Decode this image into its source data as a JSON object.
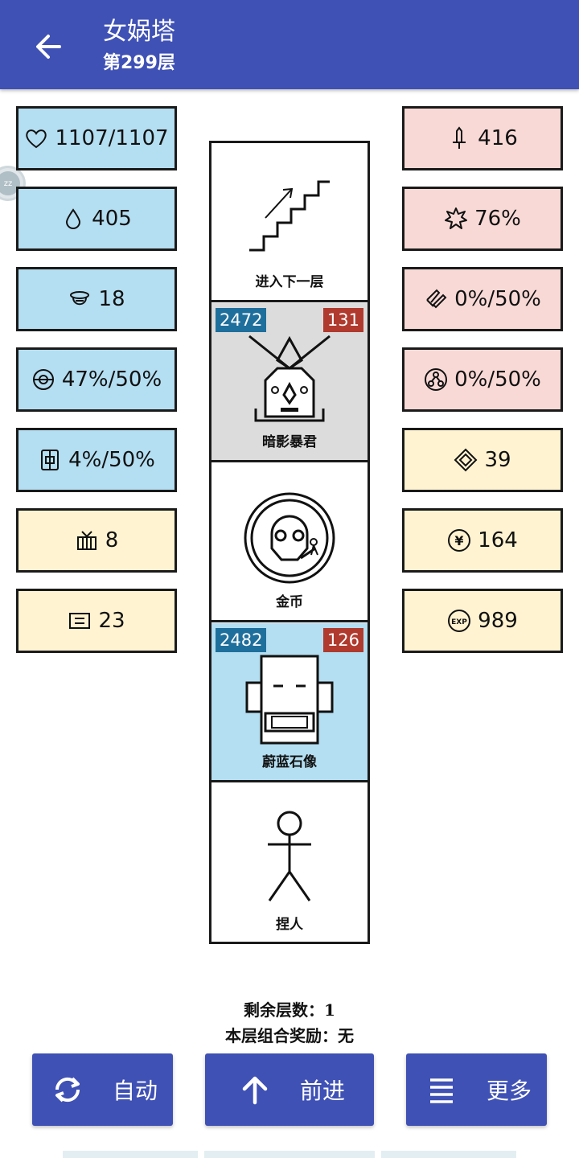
{
  "header": {
    "title": "女娲塔",
    "subtitle": "第299层"
  },
  "left_stats": [
    {
      "icon": "heart-icon",
      "value": "1107/1107",
      "color": "#b4def1"
    },
    {
      "icon": "drop-icon",
      "value": "405",
      "color": "#b4def1"
    },
    {
      "icon": "helmet-icon",
      "value": "18",
      "color": "#b4def1"
    },
    {
      "icon": "shield-ring-icon",
      "value": "47%/50%",
      "color": "#b4def1"
    },
    {
      "icon": "armor-icon",
      "value": "4%/50%",
      "color": "#b4def1"
    },
    {
      "icon": "chest-icon",
      "value": "8",
      "color": "#fff3d1"
    },
    {
      "icon": "scroll-icon",
      "value": "23",
      "color": "#fff3d1"
    }
  ],
  "right_stats": [
    {
      "icon": "sword-icon",
      "value": "416",
      "color": "#f8d9d6"
    },
    {
      "icon": "burst-icon",
      "value": "76%",
      "color": "#f8d9d6"
    },
    {
      "icon": "slash-icon",
      "value": "0%/50%",
      "color": "#f8d9d6"
    },
    {
      "icon": "triad-icon",
      "value": "0%/50%",
      "color": "#f8d9d6"
    },
    {
      "icon": "diamond-icon",
      "value": "39",
      "color": "#fff3d1"
    },
    {
      "icon": "yen-icon",
      "value": "164",
      "color": "#fff3d1"
    },
    {
      "icon": "exp-icon",
      "value": "989",
      "color": "#fff3d1"
    }
  ],
  "tower": [
    {
      "kind": "stairs",
      "label": "进入下一层"
    },
    {
      "kind": "monster",
      "label": "暗影暴君",
      "atk": "2472",
      "def": "131",
      "bg": "#dcdcdc"
    },
    {
      "kind": "coin",
      "label": "金币"
    },
    {
      "kind": "monster",
      "label": "蔚蓝石像",
      "atk": "2482",
      "def": "126",
      "bg": "#b4def1"
    },
    {
      "kind": "person",
      "label": "捏人"
    }
  ],
  "info": {
    "remaining": "剩余层数：1",
    "bonus": "本层组合奖励：无"
  },
  "buttons": {
    "auto": "自动",
    "forward": "前进",
    "more": "更多"
  },
  "side_knob": "zz"
}
